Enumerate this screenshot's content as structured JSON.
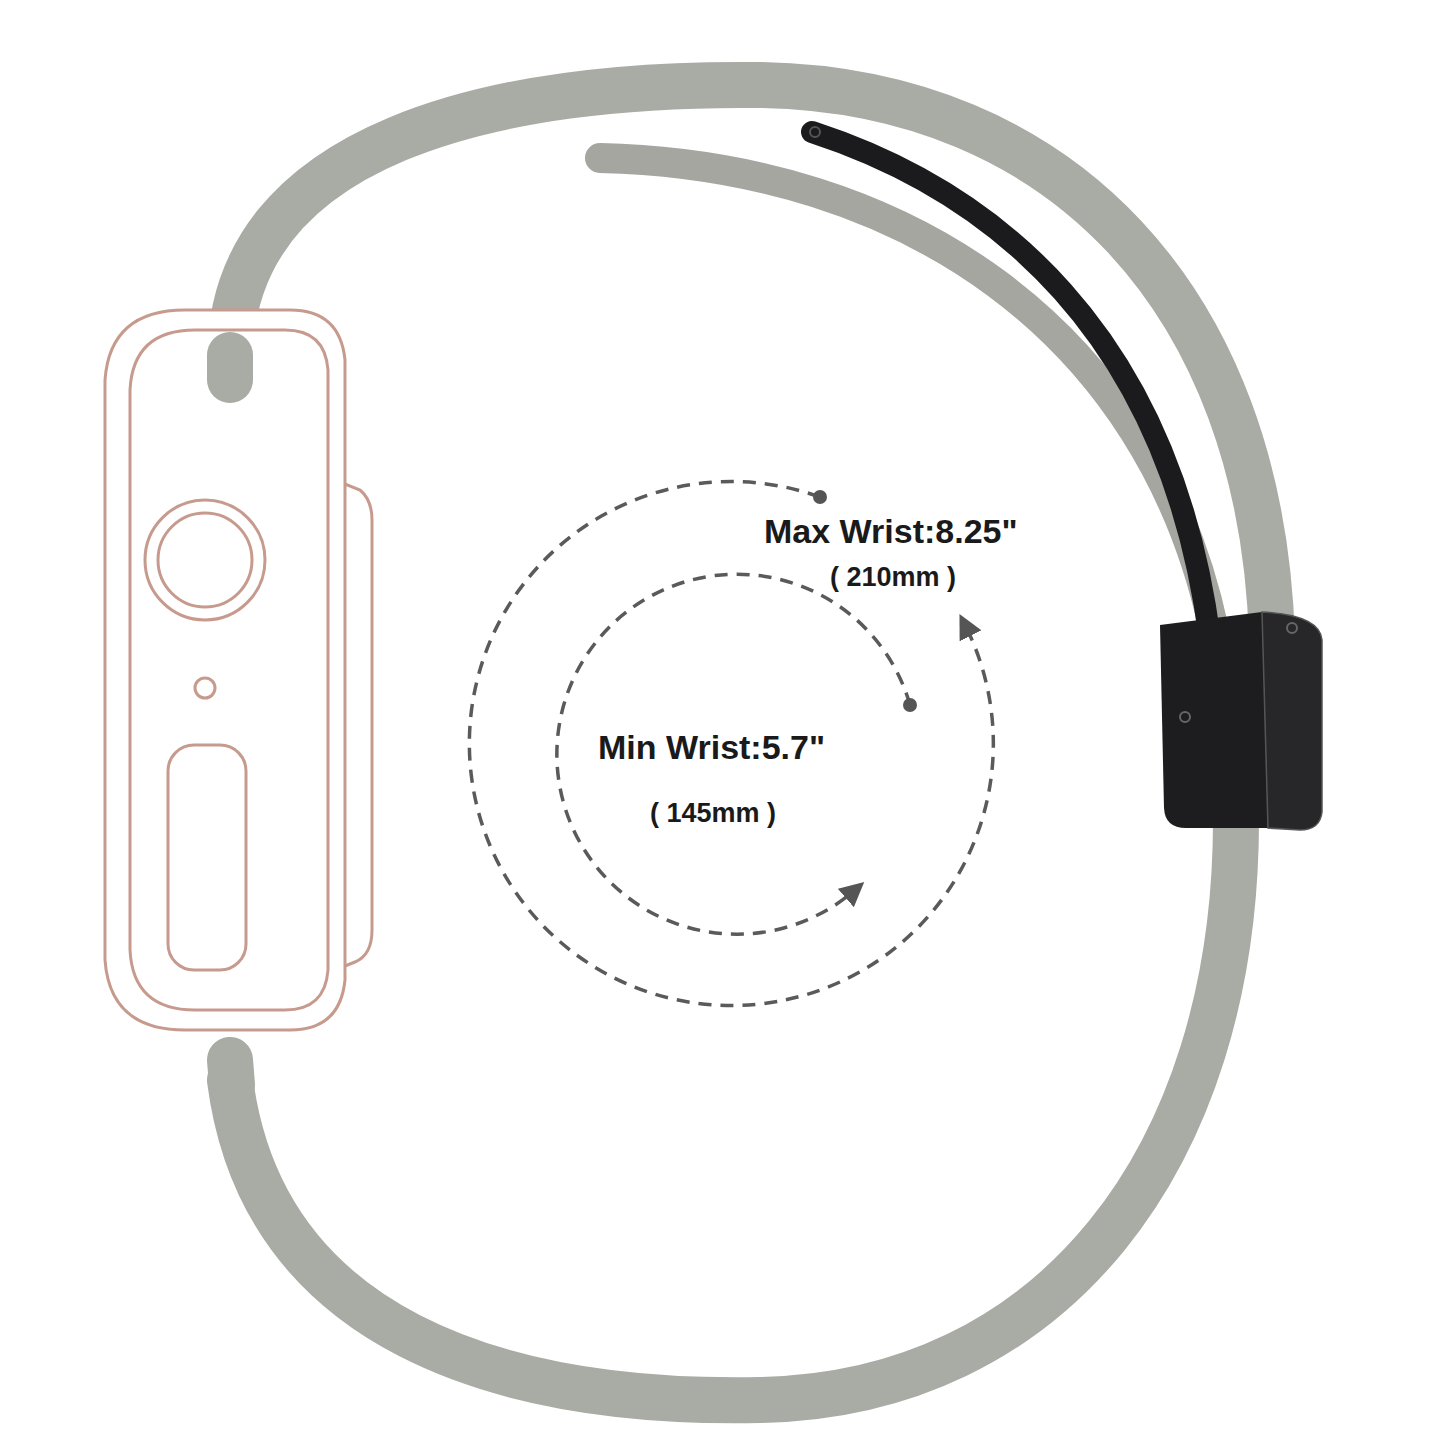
{
  "diagram": {
    "labels": [
      "Max Wrist:8.25\"",
      "( 210mm )",
      "Min Wrist:5.7\"",
      "( 145mm )"
    ]
  }
}
